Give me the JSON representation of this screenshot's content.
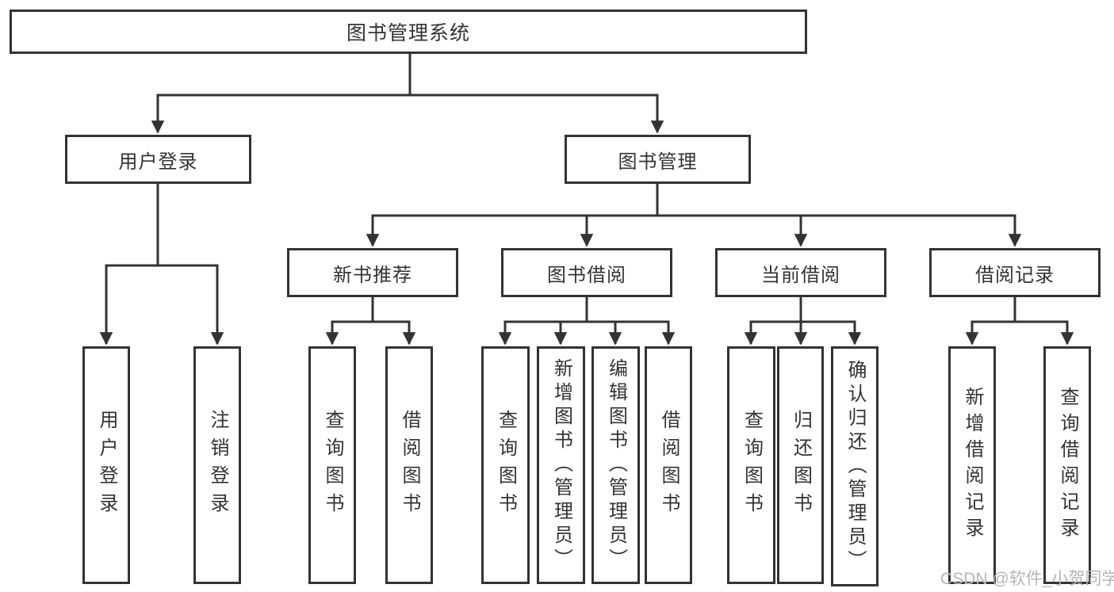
{
  "tree": {
    "label": "图书管理系统",
    "children": [
      {
        "label": "用户登录",
        "children": [
          {
            "label": "用户登录"
          },
          {
            "label": "注销登录"
          }
        ]
      },
      {
        "label": "图书管理",
        "children": [
          {
            "label": "新书推荐",
            "children": [
              {
                "label": "查询图书"
              },
              {
                "label": "借阅图书"
              }
            ]
          },
          {
            "label": "图书借阅",
            "children": [
              {
                "label": "查询图书"
              },
              {
                "label": "新增图书（管理员）"
              },
              {
                "label": "编辑图书（管理员）"
              },
              {
                "label": "借阅图书"
              }
            ]
          },
          {
            "label": "当前借阅",
            "children": [
              {
                "label": "查询图书"
              },
              {
                "label": "归还图书"
              },
              {
                "label": "确认归还（管理员）"
              }
            ]
          },
          {
            "label": "借阅记录",
            "children": [
              {
                "label": "新增借阅记录"
              },
              {
                "label": "查询借阅记录"
              }
            ]
          }
        ]
      }
    ]
  },
  "watermark": {
    "text": "CSDN @软件_小贺同学"
  },
  "colors": {
    "line": "#333333",
    "box_border": "#333333",
    "text": "#333333",
    "watermark": "#b5b5b5",
    "background": "#ffffff"
  }
}
